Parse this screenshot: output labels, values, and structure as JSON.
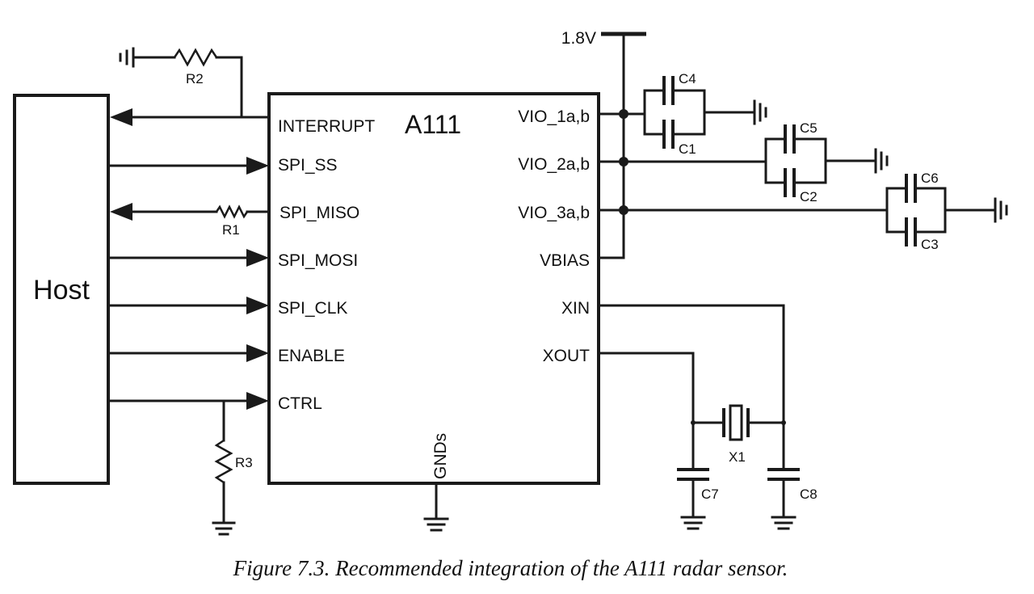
{
  "figure": {
    "caption": "Figure 7.3. Recommended integration of the A111 radar sensor."
  },
  "host": {
    "label": "Host"
  },
  "chip": {
    "name": "A111",
    "left_pins": [
      "INTERRUPT",
      "SPI_SS",
      "SPI_MISO",
      "SPI_MOSI",
      "SPI_CLK",
      "ENABLE",
      "CTRL"
    ],
    "right_pins": [
      "VIO_1a,b",
      "VIO_2a,b",
      "VIO_3a,b",
      "VBIAS",
      "XIN",
      "XOUT"
    ],
    "bottom_pin": "GNDs"
  },
  "supply": {
    "label": "1.8V"
  },
  "components": {
    "R1": "R1",
    "R2": "R2",
    "R3": "R3",
    "C1": "C1",
    "C2": "C2",
    "C3": "C3",
    "C4": "C4",
    "C5": "C5",
    "C6": "C6",
    "C7": "C7",
    "C8": "C8",
    "X1": "X1"
  }
}
